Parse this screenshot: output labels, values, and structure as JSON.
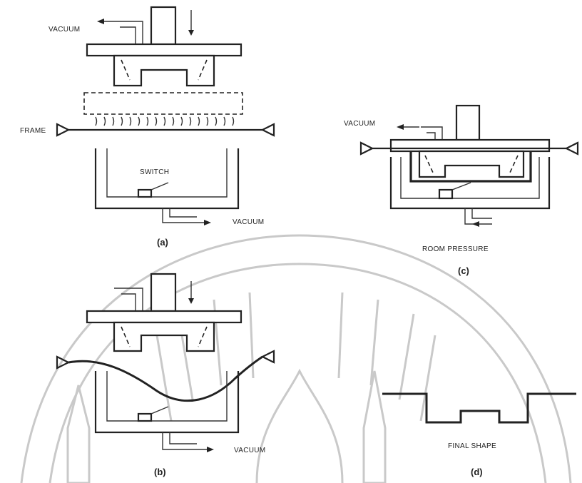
{
  "labels": {
    "vacuum": "VACUUM",
    "frame": "FRAME",
    "switch": "SWITCH",
    "room_pressure": "ROOM PRESSURE",
    "final_shape": "FINAL SHAPE"
  },
  "captions": {
    "a": "(a)",
    "b": "(b)",
    "c": "(c)",
    "d": "(d)"
  },
  "colors": {
    "ink": "#222222",
    "watermark": "#c9c9c9",
    "background": "#ffffff"
  }
}
